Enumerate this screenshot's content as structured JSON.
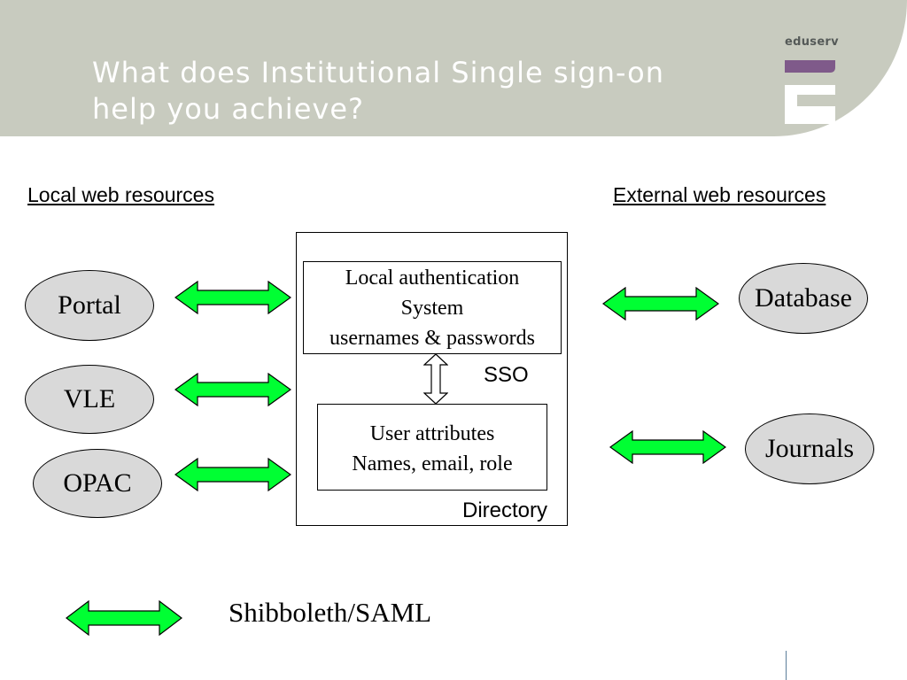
{
  "header": {
    "title_line1": "What does Institutional Single sign-on",
    "title_line2": "help you achieve?",
    "logo_text": "eduserv"
  },
  "headings": {
    "local": "Local web resources",
    "external": "External web resources"
  },
  "local_resources": [
    "Portal",
    "VLE",
    "OPAC"
  ],
  "external_resources": [
    "Database",
    "Journals"
  ],
  "directory": {
    "label": "Directory",
    "auth_box": {
      "line1": "Local authentication",
      "line2": "System",
      "line3": "usernames & passwords"
    },
    "sso_label": "SSO",
    "attributes_box": {
      "line1": "User attributes",
      "line2": "Names, email, role"
    }
  },
  "legend": {
    "label": "Shibboleth/SAML"
  },
  "colors": {
    "header_bg": "#c8cbbf",
    "arrow_fill": "#00ff33",
    "ellipse_fill": "#d9d9d9",
    "logo_accent": "#7f5a8a"
  }
}
